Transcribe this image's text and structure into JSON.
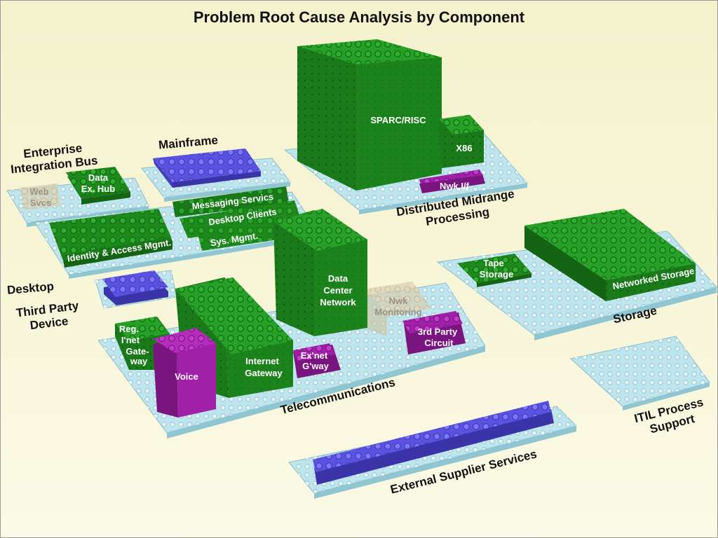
{
  "title": "Problem Root Cause Analysis by Component",
  "colors": {
    "plate": "#bfe6ee",
    "green": "#1e8a1e",
    "blue": "#5a52e0",
    "magenta": "#a020a8",
    "ghost": "#d9cfb0"
  },
  "groups": {
    "enterprise_integration_bus": "Enterprise\nIntegration Bus",
    "mainframe": "Mainframe",
    "distributed_midrange": "Distributed Midrange\nProcessing",
    "desktop": "Desktop",
    "third_party_device": "Third Party\nDevice",
    "storage": "Storage",
    "telecommunications": "Telecommunications",
    "itil": "ITIL Process\nSupport",
    "external_supplier": "External Supplier Services"
  },
  "blocks": {
    "web_svcs": "Web\nSvcs",
    "data_ex_hub": "Data\nEx. Hub",
    "sparc_risc": "SPARC/RISC",
    "x86": "X86",
    "nwk_if": "Nwk I/f",
    "messaging": "Messaging Servics",
    "desktop_clients": "Desktop Clients",
    "sys_mgmt": "Sys. Mgmt.",
    "identity": "Identity & Access Mgmt.",
    "data_center_network": "Data\nCenter\nNetwork",
    "nwk_monitoring": "Nwk\nMonitoring",
    "third_party_circuit": "3rd Party\nCircuit",
    "reg_inet_gateway": "Reg.\nI'net\nGate-\nway",
    "voice": "Voice",
    "internet_gateway": "Internet\nGateway",
    "exnet_gway": "Ex'net\nG'way",
    "tape_storage": "Tape\nStorage",
    "networked_storage": "Networked Storage"
  }
}
